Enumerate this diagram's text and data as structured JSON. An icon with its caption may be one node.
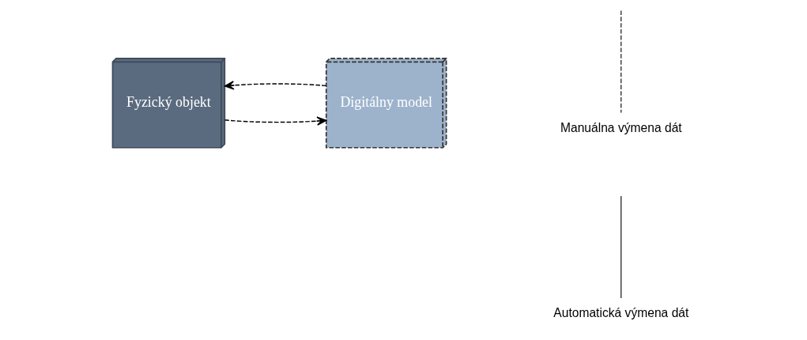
{
  "diagram": {
    "nodes": [
      {
        "text": [
          "Fyzický objekt"
        ]
      },
      {
        "text": [
          "Digitálny model"
        ]
      }
    ],
    "edges": [
      {
        "from": 0,
        "to": 1,
        "arrow": "to",
        "style": "dashed"
      },
      {
        "from": 1,
        "to": 0,
        "arrow": "to",
        "style": "dashed"
      }
    ],
    "legend": [
      {
        "text": "Manuálna výmena dát"
      },
      {
        "text": "Automatická výmena dát"
      }
    ]
  }
}
